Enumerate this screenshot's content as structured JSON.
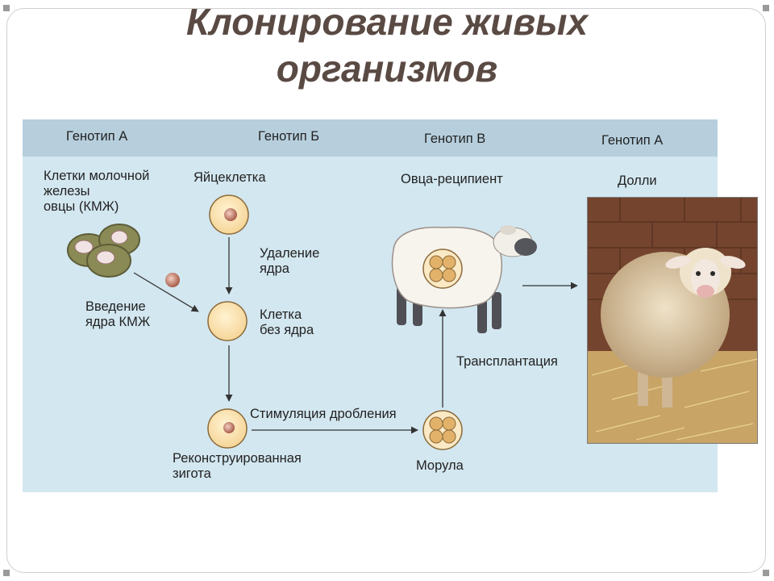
{
  "slide": {
    "title_line1": "Клонирование живых",
    "title_line2": "организмов"
  },
  "diagram": {
    "genotypes": [
      "Генотип А",
      "Генотип Б",
      "Генотип В",
      "Генотип А"
    ],
    "labels": {
      "mammary_cells": "Клетки молочной\nжелезы\nовцы (КМЖ)",
      "egg_cell": "Яйцеклетка",
      "recipient_sheep": "Овца-реципиент",
      "dolly": "Долли",
      "nucleus_removal": "Удаление\nядра",
      "nucleus_insertion": "Введение\nядра КМЖ",
      "enucleated_cell": "Клетка\nбез ядра",
      "transplantation": "Трансплантация",
      "cleavage_stimulation": "Стимуляция дробления",
      "reconstructed_zygote": "Реконструированная\nзигота",
      "morula": "Морула"
    },
    "colors": {
      "background": "#d3e7f0",
      "header_band": "#b7cfdd",
      "cell_fill": "#fde6b4",
      "nucleus": "#c77b62",
      "arrow": "#333333"
    }
  }
}
